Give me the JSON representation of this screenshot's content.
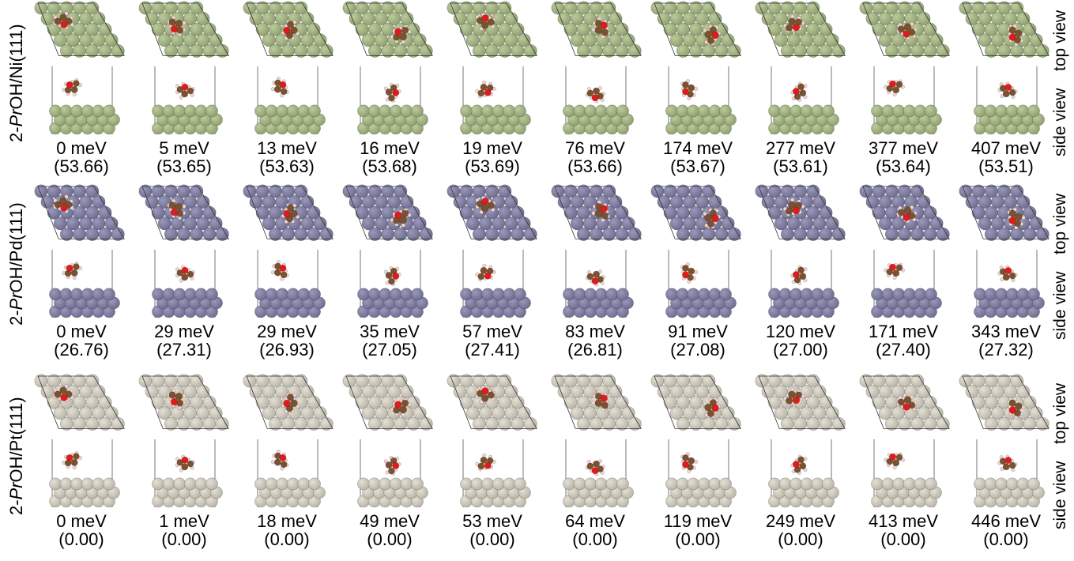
{
  "rows": [
    {
      "label_prefix": "2-",
      "label_italic": "Pr",
      "label_suffix": "OH/Ni(111)",
      "metal_color": "#8e9e6e",
      "energies": [
        "0 meV",
        "5 meV",
        "13 meV",
        "16 meV",
        "19 meV",
        "76 meV",
        "174 meV",
        "277 meV",
        "377 meV",
        "407 meV"
      ],
      "values": [
        "(53.66)",
        "(53.65)",
        "(53.63)",
        "(53.68)",
        "(53.69)",
        "(53.66)",
        "(53.67)",
        "(53.61)",
        "(53.64)",
        "(53.51)"
      ]
    },
    {
      "label_prefix": "2-",
      "label_italic": "Pr",
      "label_suffix": "OH/Pd(111)",
      "metal_color": "#6d6c8e",
      "energies": [
        "0 meV",
        "29 meV",
        "29 meV",
        "35 meV",
        "57 meV",
        "83 meV",
        "91 meV",
        "120 meV",
        "171 meV",
        "343 meV"
      ],
      "values": [
        "(26.76)",
        "(27.31)",
        "(26.93)",
        "(27.05)",
        "(27.41)",
        "(26.81)",
        "(27.08)",
        "(27.00)",
        "(27.40)",
        "(27.32)"
      ]
    },
    {
      "label_prefix": "2-",
      "label_italic": "Pr",
      "label_suffix": "OH/Pt(111)",
      "metal_color": "#b8b3a7",
      "energies": [
        "0 meV",
        "1 meV",
        "18 meV",
        "49 meV",
        "53 meV",
        "64 meV",
        "119 meV",
        "249 meV",
        "413 meV",
        "446 meV"
      ],
      "values": [
        "(0.00)",
        "(0.00)",
        "(0.00)",
        "(0.00)",
        "(0.00)",
        "(0.00)",
        "(0.00)",
        "(0.00)",
        "(0.00)",
        "(0.00)"
      ]
    }
  ],
  "view_labels": {
    "top": "top view",
    "side": "side view"
  },
  "atom_colors": {
    "carbon": "#7a5230",
    "oxygen": "#e01b1b",
    "hydrogen": "#f3d3d3"
  }
}
